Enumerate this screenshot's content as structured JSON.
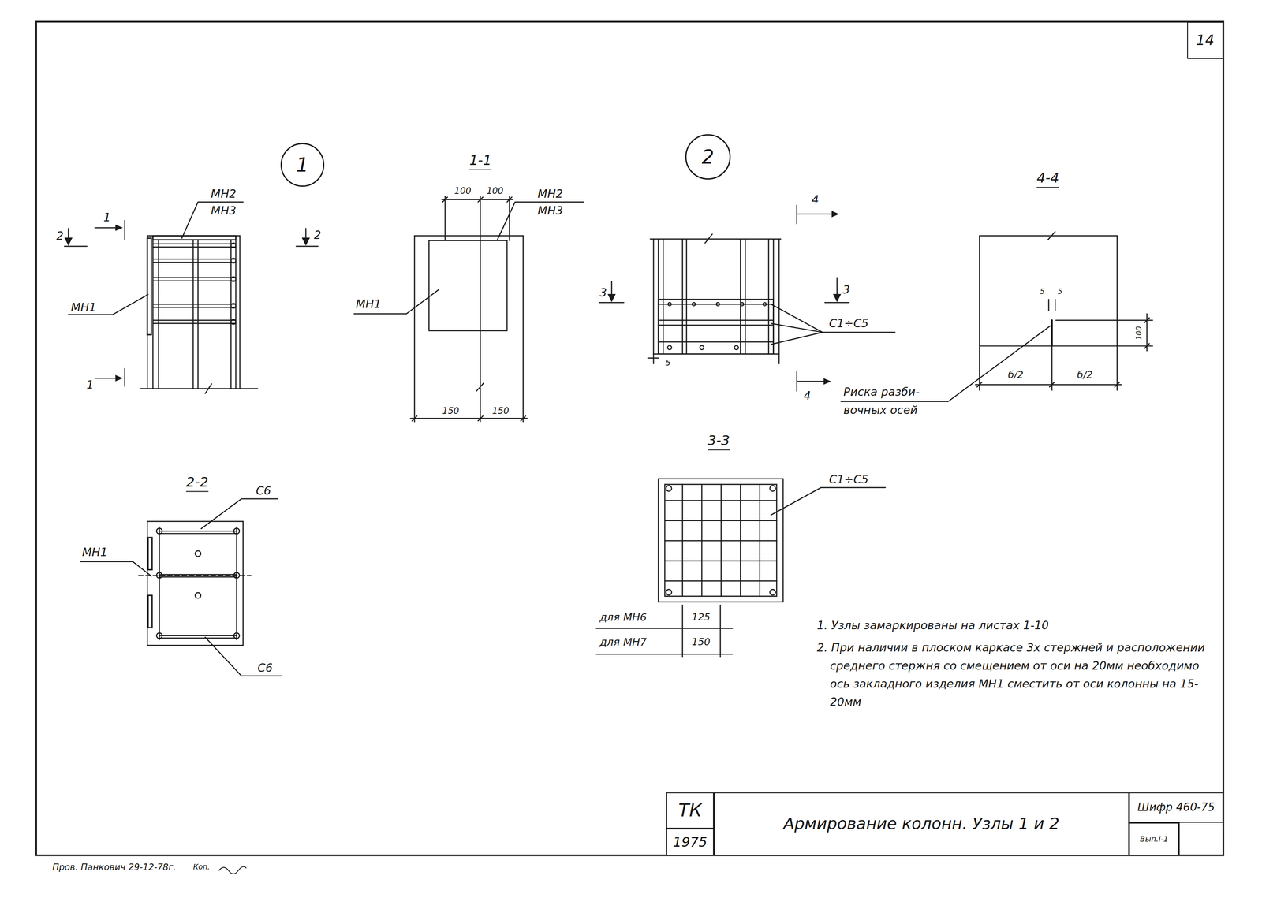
{
  "diagram": {
    "nodes": [
      {
        "text": [
          "14"
        ]
      },
      {
        "text": [
          "1"
        ]
      },
      {
        "text": [
          "2"
        ]
      },
      {
        "text": [
          "ТК"
        ]
      },
      {
        "text": [
          "1975"
        ]
      },
      {
        "text": [
          "Армирование колонн. Узлы 1 и 2"
        ]
      },
      {
        "text": [
          "Шифр 460-75"
        ]
      },
      {
        "text": [
          "Вып.I-1"
        ]
      }
    ],
    "labels": [
      "МН2",
      "МН3",
      "2",
      "1",
      "2",
      "МН1",
      "1",
      "1-1",
      "100",
      "100",
      "МН2",
      "МН3",
      "МН1",
      "150",
      "150",
      "4",
      "3",
      "3",
      "С1÷С5",
      "5",
      "4",
      "4-4",
      "5",
      "5",
      "100",
      "б/2",
      "б/2",
      "Риска разби- вочных осей",
      "3-3",
      "2-2",
      "С6",
      "МН1",
      "С6",
      "С1÷С5",
      "для МН6",
      "125",
      "для МН7",
      "150",
      "1. Узлы замаркированы на листах 1-10",
      "2. При наличии в плоском каркасе 3х стержней и расположении среднего стержня со смещением от оси на 20мм необходимо ось закладного изделия МН1 сместить от оси колонны на 15-20мм",
      "Пров. Панкович 29-12-78г.",
      "Коп."
    ]
  }
}
